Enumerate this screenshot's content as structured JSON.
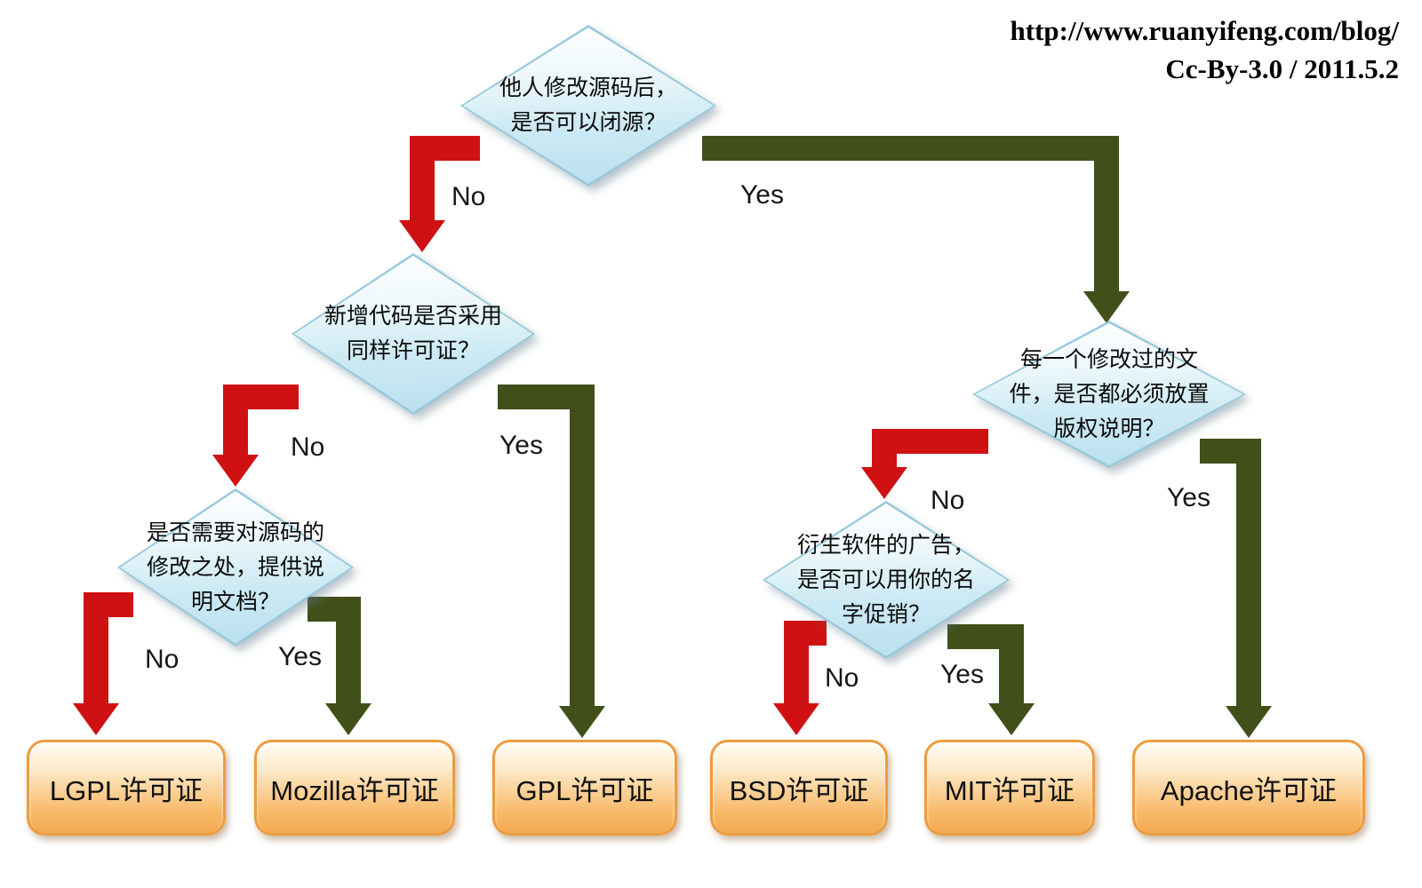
{
  "header": {
    "url": "http://www.ruanyifeng.com/blog/",
    "credit": "Cc-By-3.0 / 2011.5.2"
  },
  "diagram": {
    "decisions": [
      {
        "id": "closed-source",
        "text": "他人修改源码后，\n是否可以闭源？"
      },
      {
        "id": "same-license",
        "text": "新增代码是否采用\n同样许可证？"
      },
      {
        "id": "copyright-notice",
        "text": "每一个修改过的文\n件，是否都必须放置\n版权说明？"
      },
      {
        "id": "document-changes",
        "text": "是否需要对源码的\n修改之处，提供说\n明文档？"
      },
      {
        "id": "name-promotion",
        "text": "衍生软件的广告，\n是否可以用你的名\n字促销？"
      }
    ],
    "results": [
      {
        "id": "lgpl",
        "label": "LGPL许可证"
      },
      {
        "id": "mozilla",
        "label": "Mozilla许可证"
      },
      {
        "id": "gpl",
        "label": "GPL许可证"
      },
      {
        "id": "bsd",
        "label": "BSD许可证"
      },
      {
        "id": "mit",
        "label": "MIT许可证"
      },
      {
        "id": "apache",
        "label": "Apache许可证"
      }
    ],
    "edges": [
      {
        "from": "closed-source",
        "to": "same-license",
        "answer": "No"
      },
      {
        "from": "closed-source",
        "to": "copyright-notice",
        "answer": "Yes"
      },
      {
        "from": "same-license",
        "to": "document-changes",
        "answer": "No"
      },
      {
        "from": "same-license",
        "to": "gpl",
        "answer": "Yes"
      },
      {
        "from": "copyright-notice",
        "to": "name-promotion",
        "answer": "No"
      },
      {
        "from": "copyright-notice",
        "to": "apache",
        "answer": "Yes"
      },
      {
        "from": "document-changes",
        "to": "lgpl",
        "answer": "No"
      },
      {
        "from": "document-changes",
        "to": "mozilla",
        "answer": "Yes"
      },
      {
        "from": "name-promotion",
        "to": "bsd",
        "answer": "No"
      },
      {
        "from": "name-promotion",
        "to": "mit",
        "answer": "Yes"
      }
    ],
    "colors": {
      "no_arrow": "#cf1113",
      "yes_arrow": "#414f1a",
      "diamond_fill": "#cdeaf4",
      "diamond_border": "#96c9da",
      "result_fill": "#f8b866",
      "result_border": "#ec9c40"
    }
  }
}
